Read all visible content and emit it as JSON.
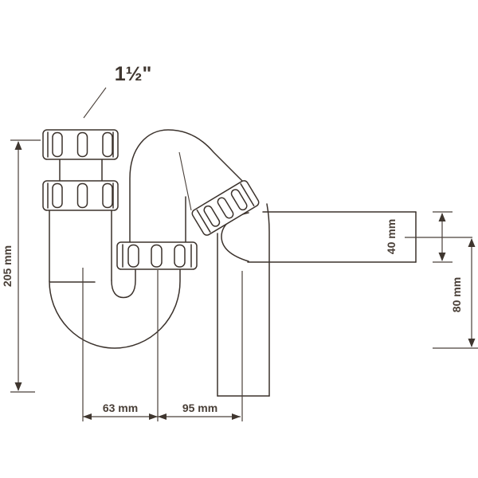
{
  "figure": {
    "subject": "P-trap siphon technical line drawing",
    "size_label": "1½\""
  },
  "dimensions": {
    "overall_height": "205 mm",
    "inlet_to_riser": "63 mm",
    "riser_to_outlet": "95 mm",
    "pipe_diameter": "40 mm",
    "outlet_drop": "80 mm"
  },
  "colors": {
    "line": "#3b322c",
    "dimension": "#4a403a",
    "background": "#ffffff"
  }
}
